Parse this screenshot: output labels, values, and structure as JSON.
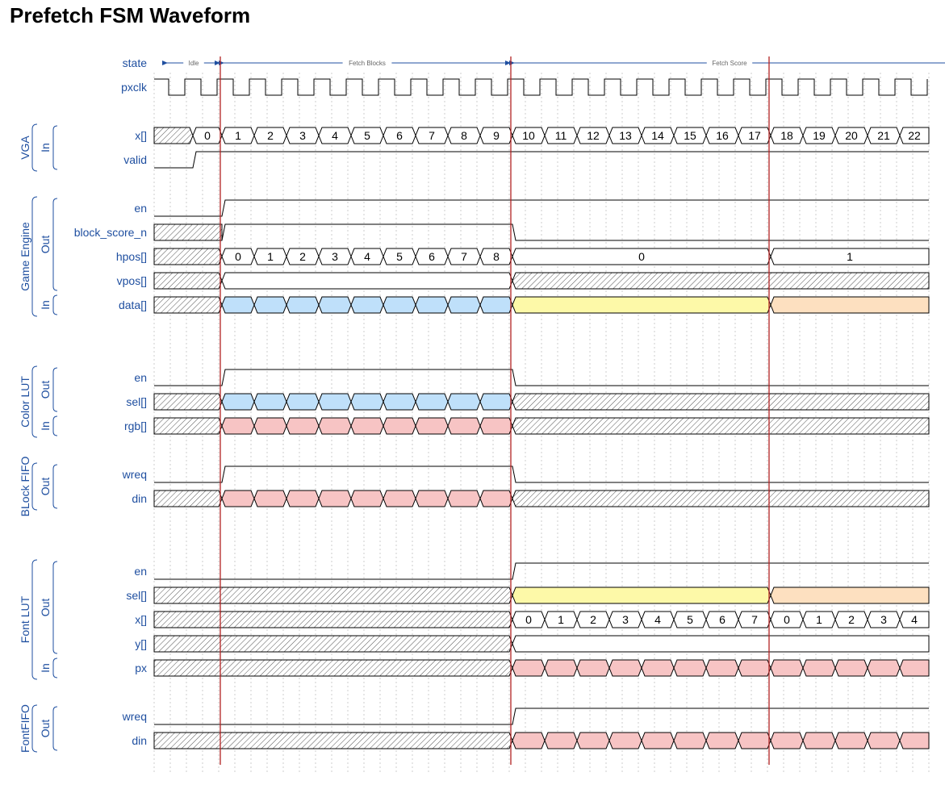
{
  "title": "Prefetch FSM Waveform",
  "colors": {
    "label": "#1f4fa0",
    "line": "#000000",
    "marker": "#b22222",
    "grid": "#cccccc",
    "blue": "#bfe0fa",
    "yellow": "#fdf9a8",
    "orange": "#fde0c0",
    "pink": "#f7c4c4",
    "state_arrow": "#1f4fa0"
  },
  "timing": {
    "cycles": 24,
    "markers": [
      2.1,
      11.1,
      19.1
    ]
  },
  "state": {
    "label": "state",
    "segments": [
      {
        "label": "Idle",
        "from": 0.2,
        "to": 2.1
      },
      {
        "label": "Fetch Blocks",
        "from": 2.1,
        "to": 11.1
      },
      {
        "label": "Fetch Score",
        "from": 11.1,
        "to": 24
      }
    ]
  },
  "clock": {
    "label": "pxclk"
  },
  "groups": [
    {
      "name": "VGA",
      "sub": [
        {
          "dir": "In",
          "rows": [
            0,
            1
          ]
        }
      ],
      "signals": [
        {
          "label": "x[]",
          "type": "bus",
          "segs": [
            {
              "from": 0,
              "to": 1.2,
              "fill": "hatch"
            },
            {
              "from": 1.2,
              "to": 2.1,
              "text": "0"
            },
            {
              "from": 2.1,
              "to": 3.1,
              "text": "1"
            },
            {
              "from": 3.1,
              "to": 4.1,
              "text": "2"
            },
            {
              "from": 4.1,
              "to": 5.1,
              "text": "3"
            },
            {
              "from": 5.1,
              "to": 6.1,
              "text": "4"
            },
            {
              "from": 6.1,
              "to": 7.1,
              "text": "5"
            },
            {
              "from": 7.1,
              "to": 8.1,
              "text": "6"
            },
            {
              "from": 8.1,
              "to": 9.1,
              "text": "7"
            },
            {
              "from": 9.1,
              "to": 10.1,
              "text": "8"
            },
            {
              "from": 10.1,
              "to": 11.1,
              "text": "9"
            },
            {
              "from": 11.1,
              "to": 12.1,
              "text": "10"
            },
            {
              "from": 12.1,
              "to": 13.1,
              "text": "11"
            },
            {
              "from": 13.1,
              "to": 14.1,
              "text": "12"
            },
            {
              "from": 14.1,
              "to": 15.1,
              "text": "13"
            },
            {
              "from": 15.1,
              "to": 16.1,
              "text": "14"
            },
            {
              "from": 16.1,
              "to": 17.1,
              "text": "15"
            },
            {
              "from": 17.1,
              "to": 18.1,
              "text": "16"
            },
            {
              "from": 18.1,
              "to": 19.1,
              "text": "17"
            },
            {
              "from": 19.1,
              "to": 20.1,
              "text": "18"
            },
            {
              "from": 20.1,
              "to": 21.1,
              "text": "19"
            },
            {
              "from": 21.1,
              "to": 22.1,
              "text": "20"
            },
            {
              "from": 22.1,
              "to": 23.1,
              "text": "21"
            },
            {
              "from": 23.1,
              "to": 24,
              "text": "22"
            }
          ]
        },
        {
          "label": "valid",
          "type": "bit",
          "edges": [
            {
              "t": 1.2,
              "v": 1
            }
          ],
          "init": 0
        }
      ]
    },
    {
      "name": "Game Engine",
      "gap_before": 1,
      "sub": [
        {
          "dir": "Out",
          "rows": [
            0,
            3
          ]
        },
        {
          "dir": "In",
          "rows": [
            4,
            4
          ]
        }
      ],
      "signals": [
        {
          "label": "en",
          "type": "bit",
          "init": 0,
          "edges": [
            {
              "t": 2.1,
              "v": 1
            }
          ]
        },
        {
          "label": "block_score_n",
          "type": "bitx",
          "init": "x",
          "edges": [
            {
              "t": 2.1,
              "v": 1
            },
            {
              "t": 11.1,
              "v": 0
            }
          ]
        },
        {
          "label": "hpos[]",
          "type": "bus",
          "segs": [
            {
              "from": 0,
              "to": 2.1,
              "fill": "hatch"
            },
            {
              "from": 2.1,
              "to": 3.1,
              "text": "0"
            },
            {
              "from": 3.1,
              "to": 4.1,
              "text": "1"
            },
            {
              "from": 4.1,
              "to": 5.1,
              "text": "2"
            },
            {
              "from": 5.1,
              "to": 6.1,
              "text": "3"
            },
            {
              "from": 6.1,
              "to": 7.1,
              "text": "4"
            },
            {
              "from": 7.1,
              "to": 8.1,
              "text": "5"
            },
            {
              "from": 8.1,
              "to": 9.1,
              "text": "6"
            },
            {
              "from": 9.1,
              "to": 10.1,
              "text": "7"
            },
            {
              "from": 10.1,
              "to": 11.1,
              "text": "8"
            },
            {
              "from": 11.1,
              "to": 19.1,
              "text": "0"
            },
            {
              "from": 19.1,
              "to": 24,
              "text": "1"
            }
          ]
        },
        {
          "label": "vpos[]",
          "type": "bus",
          "segs": [
            {
              "from": 0,
              "to": 2.1,
              "fill": "hatch"
            },
            {
              "from": 2.1,
              "to": 11.1,
              "text": ""
            },
            {
              "from": 11.1,
              "to": 24,
              "fill": "hatch"
            }
          ]
        },
        {
          "label": "data[]",
          "type": "bus",
          "segs": [
            {
              "from": 0,
              "to": 2.1,
              "fill": "hatch"
            },
            {
              "from": 2.1,
              "to": 3.1,
              "fill": "blue"
            },
            {
              "from": 3.1,
              "to": 4.1,
              "fill": "blue"
            },
            {
              "from": 4.1,
              "to": 5.1,
              "fill": "blue"
            },
            {
              "from": 5.1,
              "to": 6.1,
              "fill": "blue"
            },
            {
              "from": 6.1,
              "to": 7.1,
              "fill": "blue"
            },
            {
              "from": 7.1,
              "to": 8.1,
              "fill": "blue"
            },
            {
              "from": 8.1,
              "to": 9.1,
              "fill": "blue"
            },
            {
              "from": 9.1,
              "to": 10.1,
              "fill": "blue"
            },
            {
              "from": 10.1,
              "to": 11.1,
              "fill": "blue"
            },
            {
              "from": 11.1,
              "to": 19.1,
              "fill": "yellow"
            },
            {
              "from": 19.1,
              "to": 24,
              "fill": "orange"
            }
          ]
        }
      ]
    },
    {
      "name": "Color LUT",
      "gap_before": 2,
      "sub": [
        {
          "dir": "Out",
          "rows": [
            0,
            1
          ]
        },
        {
          "dir": "In",
          "rows": [
            2,
            2
          ]
        }
      ],
      "signals": [
        {
          "label": "en",
          "type": "bit",
          "init": 0,
          "edges": [
            {
              "t": 2.1,
              "v": 1
            },
            {
              "t": 11.1,
              "v": 0
            }
          ]
        },
        {
          "label": "sel[]",
          "type": "bus",
          "segs": [
            {
              "from": 0,
              "to": 2.1,
              "fill": "hatch"
            },
            {
              "from": 2.1,
              "to": 3.1,
              "fill": "blue"
            },
            {
              "from": 3.1,
              "to": 4.1,
              "fill": "blue"
            },
            {
              "from": 4.1,
              "to": 5.1,
              "fill": "blue"
            },
            {
              "from": 5.1,
              "to": 6.1,
              "fill": "blue"
            },
            {
              "from": 6.1,
              "to": 7.1,
              "fill": "blue"
            },
            {
              "from": 7.1,
              "to": 8.1,
              "fill": "blue"
            },
            {
              "from": 8.1,
              "to": 9.1,
              "fill": "blue"
            },
            {
              "from": 9.1,
              "to": 10.1,
              "fill": "blue"
            },
            {
              "from": 10.1,
              "to": 11.1,
              "fill": "blue"
            },
            {
              "from": 11.1,
              "to": 24,
              "fill": "hatch"
            }
          ]
        },
        {
          "label": "rgb[]",
          "type": "bus",
          "segs": [
            {
              "from": 0,
              "to": 2.1,
              "fill": "hatch"
            },
            {
              "from": 2.1,
              "to": 3.1,
              "fill": "pink"
            },
            {
              "from": 3.1,
              "to": 4.1,
              "fill": "pink"
            },
            {
              "from": 4.1,
              "to": 5.1,
              "fill": "pink"
            },
            {
              "from": 5.1,
              "to": 6.1,
              "fill": "pink"
            },
            {
              "from": 6.1,
              "to": 7.1,
              "fill": "pink"
            },
            {
              "from": 7.1,
              "to": 8.1,
              "fill": "pink"
            },
            {
              "from": 8.1,
              "to": 9.1,
              "fill": "pink"
            },
            {
              "from": 9.1,
              "to": 10.1,
              "fill": "pink"
            },
            {
              "from": 10.1,
              "to": 11.1,
              "fill": "pink"
            },
            {
              "from": 11.1,
              "to": 24,
              "fill": "hatch"
            }
          ]
        }
      ]
    },
    {
      "name": "BLock FIFO",
      "gap_before": 1,
      "sub": [
        {
          "dir": "Out",
          "rows": [
            0,
            1
          ]
        }
      ],
      "signals": [
        {
          "label": "wreq",
          "type": "bit",
          "init": 0,
          "edges": [
            {
              "t": 2.1,
              "v": 1
            },
            {
              "t": 11.1,
              "v": 0
            }
          ]
        },
        {
          "label": "din",
          "type": "bus",
          "segs": [
            {
              "from": 0,
              "to": 2.1,
              "fill": "hatch"
            },
            {
              "from": 2.1,
              "to": 3.1,
              "fill": "pink"
            },
            {
              "from": 3.1,
              "to": 4.1,
              "fill": "pink"
            },
            {
              "from": 4.1,
              "to": 5.1,
              "fill": "pink"
            },
            {
              "from": 5.1,
              "to": 6.1,
              "fill": "pink"
            },
            {
              "from": 6.1,
              "to": 7.1,
              "fill": "pink"
            },
            {
              "from": 7.1,
              "to": 8.1,
              "fill": "pink"
            },
            {
              "from": 8.1,
              "to": 9.1,
              "fill": "pink"
            },
            {
              "from": 9.1,
              "to": 10.1,
              "fill": "pink"
            },
            {
              "from": 10.1,
              "to": 11.1,
              "fill": "pink"
            },
            {
              "from": 11.1,
              "to": 24,
              "fill": "hatch"
            }
          ]
        }
      ]
    },
    {
      "name": "Font LUT",
      "gap_before": 2,
      "sub": [
        {
          "dir": "Out",
          "rows": [
            0,
            3
          ]
        },
        {
          "dir": "In",
          "rows": [
            4,
            4
          ]
        }
      ],
      "signals": [
        {
          "label": "en",
          "type": "bit",
          "init": 0,
          "edges": [
            {
              "t": 11.1,
              "v": 1
            }
          ]
        },
        {
          "label": "sel[]",
          "type": "bus",
          "segs": [
            {
              "from": 0,
              "to": 11.1,
              "fill": "hatch"
            },
            {
              "from": 11.1,
              "to": 19.1,
              "fill": "yellow"
            },
            {
              "from": 19.1,
              "to": 24,
              "fill": "orange"
            }
          ]
        },
        {
          "label": "x[]",
          "type": "bus",
          "segs": [
            {
              "from": 0,
              "to": 11.1,
              "fill": "hatch"
            },
            {
              "from": 11.1,
              "to": 12.1,
              "text": "0"
            },
            {
              "from": 12.1,
              "to": 13.1,
              "text": "1"
            },
            {
              "from": 13.1,
              "to": 14.1,
              "text": "2"
            },
            {
              "from": 14.1,
              "to": 15.1,
              "text": "3"
            },
            {
              "from": 15.1,
              "to": 16.1,
              "text": "4"
            },
            {
              "from": 16.1,
              "to": 17.1,
              "text": "5"
            },
            {
              "from": 17.1,
              "to": 18.1,
              "text": "6"
            },
            {
              "from": 18.1,
              "to": 19.1,
              "text": "7"
            },
            {
              "from": 19.1,
              "to": 20.1,
              "text": "0"
            },
            {
              "from": 20.1,
              "to": 21.1,
              "text": "1"
            },
            {
              "from": 21.1,
              "to": 22.1,
              "text": "2"
            },
            {
              "from": 22.1,
              "to": 23.1,
              "text": "3"
            },
            {
              "from": 23.1,
              "to": 24,
              "text": "4"
            }
          ]
        },
        {
          "label": "y[]",
          "type": "bus",
          "segs": [
            {
              "from": 0,
              "to": 11.1,
              "fill": "hatch"
            },
            {
              "from": 11.1,
              "to": 24,
              "text": ""
            }
          ]
        },
        {
          "label": "px",
          "type": "bus",
          "segs": [
            {
              "from": 0,
              "to": 11.1,
              "fill": "hatch"
            },
            {
              "from": 11.1,
              "to": 12.1,
              "fill": "pink"
            },
            {
              "from": 12.1,
              "to": 13.1,
              "fill": "pink"
            },
            {
              "from": 13.1,
              "to": 14.1,
              "fill": "pink"
            },
            {
              "from": 14.1,
              "to": 15.1,
              "fill": "pink"
            },
            {
              "from": 15.1,
              "to": 16.1,
              "fill": "pink"
            },
            {
              "from": 16.1,
              "to": 17.1,
              "fill": "pink"
            },
            {
              "from": 17.1,
              "to": 18.1,
              "fill": "pink"
            },
            {
              "from": 18.1,
              "to": 19.1,
              "fill": "pink"
            },
            {
              "from": 19.1,
              "to": 20.1,
              "fill": "pink"
            },
            {
              "from": 20.1,
              "to": 21.1,
              "fill": "pink"
            },
            {
              "from": 21.1,
              "to": 22.1,
              "fill": "pink"
            },
            {
              "from": 22.1,
              "to": 23.1,
              "fill": "pink"
            },
            {
              "from": 23.1,
              "to": 24,
              "fill": "pink"
            }
          ]
        }
      ]
    },
    {
      "name": "FontFIFO",
      "gap_before": 1,
      "sub": [
        {
          "dir": "Out",
          "rows": [
            0,
            1
          ]
        }
      ],
      "signals": [
        {
          "label": "wreq",
          "type": "bit",
          "init": 0,
          "edges": [
            {
              "t": 11.1,
              "v": 1
            }
          ]
        },
        {
          "label": "din",
          "type": "bus",
          "segs": [
            {
              "from": 0,
              "to": 11.1,
              "fill": "hatch"
            },
            {
              "from": 11.1,
              "to": 12.1,
              "fill": "pink"
            },
            {
              "from": 12.1,
              "to": 13.1,
              "fill": "pink"
            },
            {
              "from": 13.1,
              "to": 14.1,
              "fill": "pink"
            },
            {
              "from": 14.1,
              "to": 15.1,
              "fill": "pink"
            },
            {
              "from": 15.1,
              "to": 16.1,
              "fill": "pink"
            },
            {
              "from": 16.1,
              "to": 17.1,
              "fill": "pink"
            },
            {
              "from": 17.1,
              "to": 18.1,
              "fill": "pink"
            },
            {
              "from": 18.1,
              "to": 19.1,
              "fill": "pink"
            },
            {
              "from": 19.1,
              "to": 20.1,
              "fill": "pink"
            },
            {
              "from": 20.1,
              "to": 21.1,
              "fill": "pink"
            },
            {
              "from": 21.1,
              "to": 22.1,
              "fill": "pink"
            },
            {
              "from": 22.1,
              "to": 23.1,
              "fill": "pink"
            },
            {
              "from": 23.1,
              "to": 24,
              "fill": "pink"
            }
          ]
        }
      ]
    }
  ]
}
